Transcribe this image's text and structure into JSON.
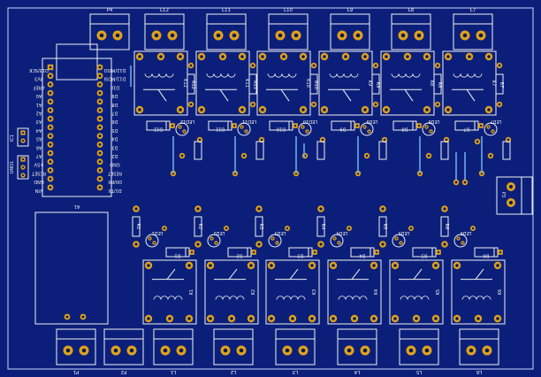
{
  "board": {
    "colors": {
      "background": "#0b1f7a",
      "edge": "#c9d4ff",
      "silk": "#f2f2f2",
      "pad": "#e0a21a",
      "trace": "#6fa8e8"
    },
    "top_terminals": [
      "P4",
      "L12",
      "L11",
      "L10",
      "L9",
      "L8",
      "L7"
    ],
    "relay_refs_top": [
      "K12",
      "K11",
      "K10",
      "K9",
      "K8",
      "K7"
    ],
    "resistor_refs_top": [
      "R12",
      "R11",
      "R10",
      "R9",
      "R8",
      "R7"
    ],
    "diode_refs_top": [
      "D12",
      "D11",
      "D10",
      "D9",
      "D8",
      "D7"
    ],
    "led_refs_top": [
      "LED12",
      "LED11",
      "LED10",
      "LED9",
      "LED8",
      "LED7"
    ],
    "relay_refs_bottom": [
      "K1",
      "K2",
      "K3",
      "K4",
      "K5",
      "K6"
    ],
    "resistor_refs_bottom": [
      "R1",
      "R2",
      "R3",
      "R4",
      "R5",
      "R6"
    ],
    "diode_refs_bottom": [
      "D1",
      "D2",
      "D3",
      "D4",
      "D5",
      "D6"
    ],
    "led_refs_bottom": [
      "LED1",
      "LED2",
      "LED3",
      "LED4",
      "LED5",
      "LED6"
    ],
    "bottom_terminals": [
      "P1",
      "P2",
      "L1",
      "L2",
      "L3",
      "L4",
      "L5",
      "L6"
    ],
    "right_terminal": "P3",
    "arduino_ref": "A1",
    "arduino_left_pins": [
      "D13/SCK",
      "3V3",
      "AREF",
      "A0",
      "A1",
      "A2",
      "A3",
      "A4",
      "A5",
      "A6",
      "A7",
      "+5V",
      "RESET",
      "GND",
      "VIN"
    ],
    "arduino_right_pins": [
      "D12/MISO",
      "D11/MOSI",
      "D10",
      "D9",
      "D8",
      "D7",
      "D6",
      "D5",
      "D4",
      "D3",
      "D2",
      "GND",
      "RESET",
      "D0/RX",
      "D1/TX"
    ],
    "aux_labels": [
      "IC1",
      "UNO1"
    ]
  }
}
